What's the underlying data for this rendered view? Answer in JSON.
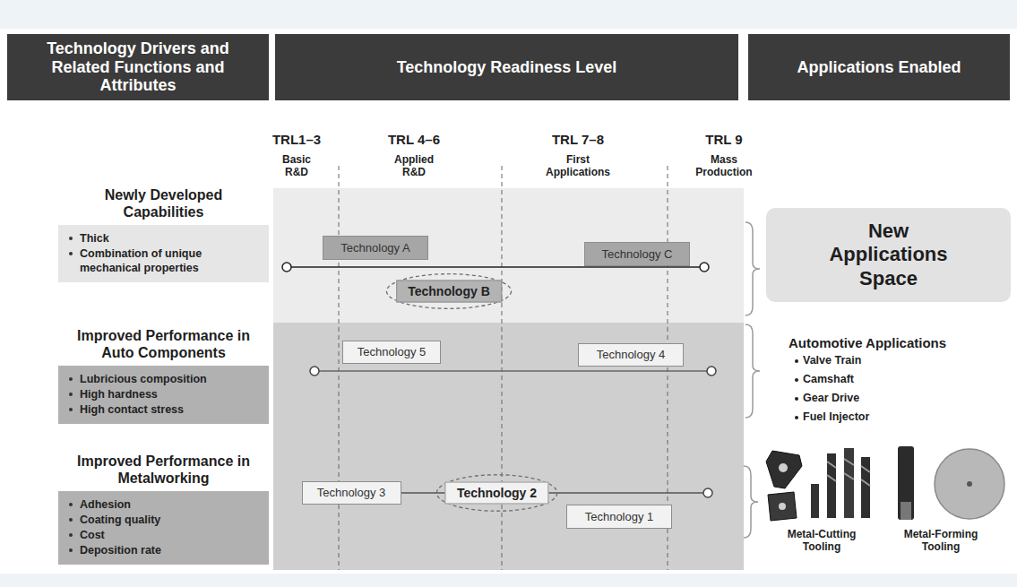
{
  "diagram": {
    "nodes": [
      {
        "text": [
          "Technology Drivers and Related Functions and Attributes"
        ]
      },
      {
        "text": [
          "Technology Readiness Level"
        ]
      },
      {
        "text": [
          "Applications Enabled"
        ]
      },
      {
        "text": [
          "Newly Developed Capabilities",
          "Thick",
          "Combination of unique mechanical properties"
        ]
      },
      {
        "text": [
          "Technology A"
        ]
      },
      {
        "text": [
          "Technology C"
        ]
      },
      {
        "text": [
          "Technology B"
        ]
      },
      {
        "text": [
          "New Applications Space"
        ]
      },
      {
        "text": [
          "Improved Performance in Auto Components",
          "Lubricious composition",
          "High hardness",
          "High contact stress"
        ]
      },
      {
        "text": [
          "Technology 5"
        ]
      },
      {
        "text": [
          "Technology 4"
        ]
      },
      {
        "text": [
          "Improved Performance in Metalworking",
          "Adhesion",
          "Coating quality",
          "Cost",
          "Deposition rate"
        ]
      },
      {
        "text": [
          "Technology 3"
        ]
      },
      {
        "text": [
          "Technology 2"
        ]
      },
      {
        "text": [
          "Technology 1"
        ]
      }
    ],
    "labels": [
      "TRL1–3",
      "Basic R&D",
      "TRL 4–6",
      "Applied R&D",
      "TRL 7–8",
      "First Applications",
      "TRL 9",
      "Mass Production",
      "Automotive Applications",
      "Valve Train",
      "Camshaft",
      "Gear Drive",
      "Fuel Injector",
      "Metal-Cutting Tooling",
      "Metal-Forming Tooling"
    ]
  }
}
